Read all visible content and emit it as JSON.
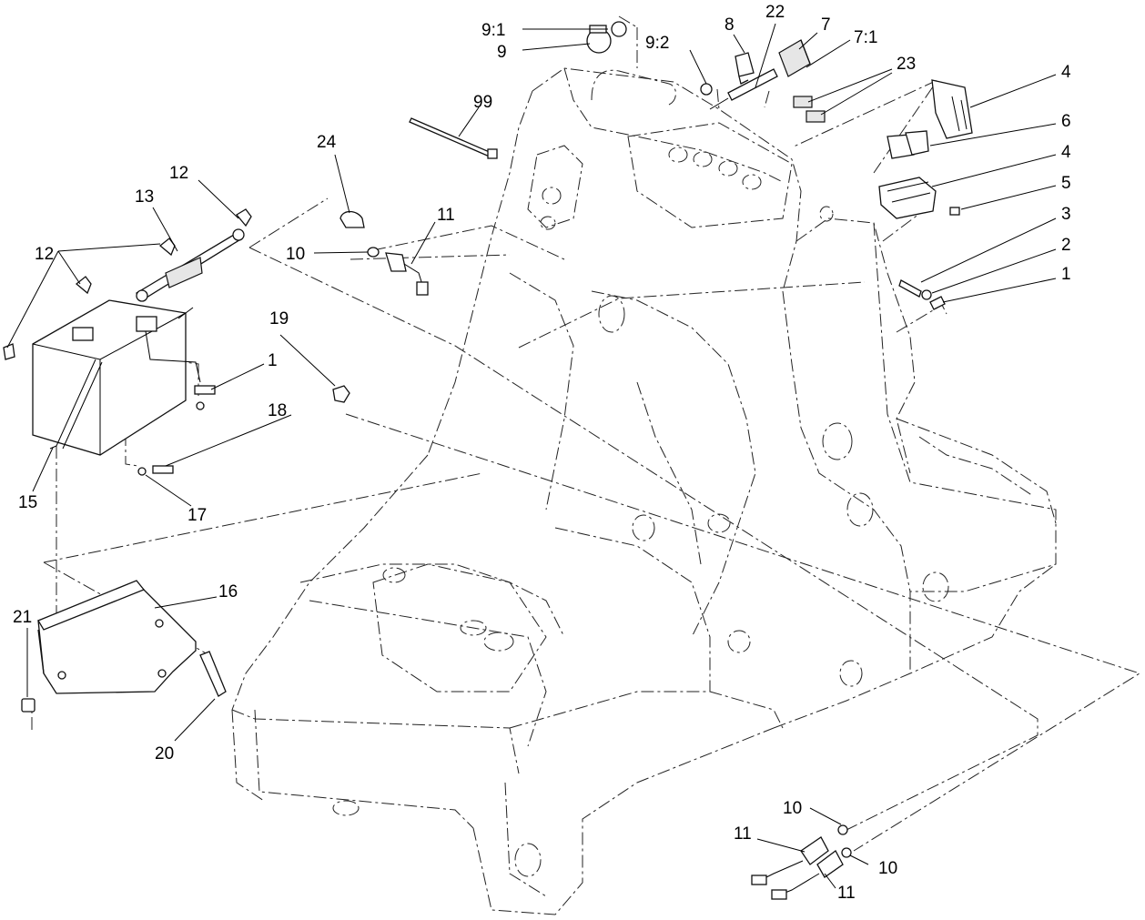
{
  "callouts": {
    "c_9_1": "9:1",
    "c_9": "9",
    "c_9_2": "9:2",
    "c_8": "8",
    "c_22": "22",
    "c_7": "7",
    "c_7_1": "7:1",
    "c_23": "23",
    "c_4_top": "4",
    "c_6": "6",
    "c_4_mid": "4",
    "c_5": "5",
    "c_3": "3",
    "c_2": "2",
    "c_1_right": "1",
    "c_99": "99",
    "c_24": "24",
    "c_11_top": "11",
    "c_10_top": "10",
    "c_12_top": "12",
    "c_13": "13",
    "c_12_left": "12",
    "c_1_left": "1",
    "c_19": "19",
    "c_18": "18",
    "c_17": "17",
    "c_15": "15",
    "c_16": "16",
    "c_21": "21",
    "c_20": "20",
    "c_10_b1": "10",
    "c_11_b1": "11",
    "c_10_b2": "10",
    "c_11_b2": "11"
  }
}
